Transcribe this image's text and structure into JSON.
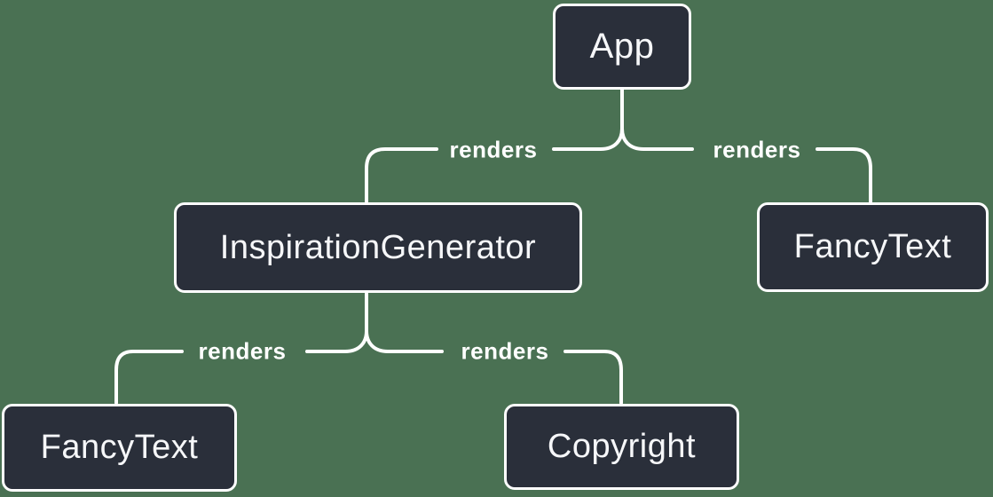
{
  "diagram": {
    "type": "render-tree",
    "colors": {
      "background": "#4A7153",
      "node_fill": "#2A2F3A",
      "node_border": "#FFFFFF",
      "node_text": "#F6F7F9",
      "line": "#FFFFFF",
      "edge_label_text": "#FFFFFF"
    },
    "nodes": [
      {
        "id": "app",
        "label": "App"
      },
      {
        "id": "inspiration-generator",
        "label": "InspirationGenerator"
      },
      {
        "id": "fancy-text-right",
        "label": "FancyText"
      },
      {
        "id": "fancy-text-left",
        "label": "FancyText"
      },
      {
        "id": "copyright",
        "label": "Copyright"
      }
    ],
    "edges": [
      {
        "from": "App",
        "to": "InspirationGenerator",
        "label": "renders"
      },
      {
        "from": "App",
        "to": "FancyText",
        "label": "renders"
      },
      {
        "from": "InspirationGenerator",
        "to": "FancyText",
        "label": "renders"
      },
      {
        "from": "InspirationGenerator",
        "to": "Copyright",
        "label": "renders"
      }
    ]
  }
}
